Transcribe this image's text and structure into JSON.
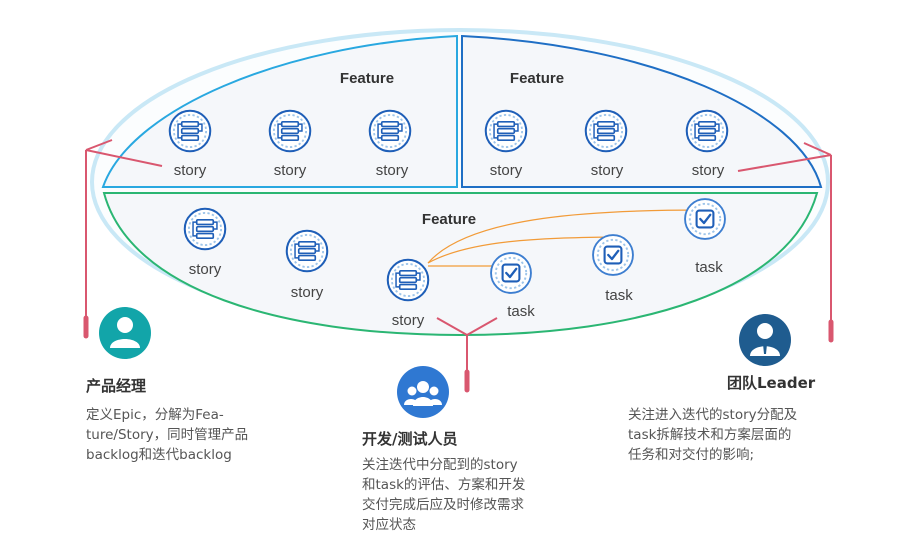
{
  "diagram": {
    "feature_label": "Feature",
    "story_label": "story",
    "task_label": "task"
  },
  "roles": {
    "product_manager": {
      "title": "产品经理",
      "desc": "定义Epic，分解为Fea-\nture/Story，同时管理产品\nbacklog和迭代backlog"
    },
    "dev_test": {
      "title": "开发/测试人员",
      "desc": "关注迭代中分配到的story\n和task的评估、方案和开发\n交付完成后应及时修改需求\n对应状态"
    },
    "team_leader": {
      "title": "团队Leader",
      "desc": "关注进入迭代的story分配及\ntask拆解技术和方案层面的\n任务和对交付的影响;"
    }
  },
  "colors": {
    "left_feature_border": "#29a8e0",
    "right_feature_border": "#1f6fc5",
    "bottom_feature_border": "#2bb673",
    "outer_ellipse": "#c9e8f6",
    "connector": "#d9576f",
    "task_link": "#f29b38",
    "icon_blue": "#1f5fb8",
    "avatar_teal": "#12a5a9",
    "avatar_blue": "#2f78d2",
    "avatar_navy": "#1f5c8f"
  }
}
